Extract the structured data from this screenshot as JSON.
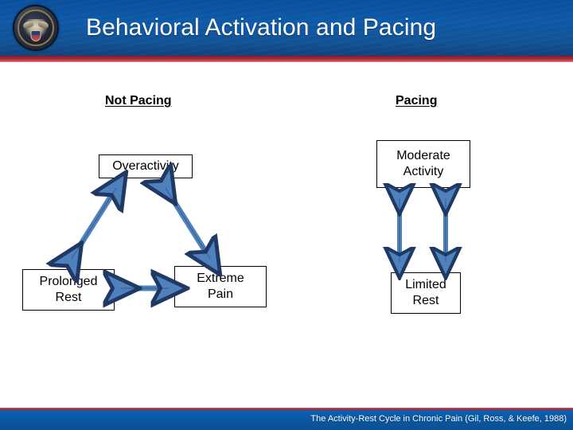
{
  "header": {
    "title": "Behavioral Activation and Pacing",
    "seal_name": "va-seal-icon"
  },
  "columns": {
    "left_heading": "Not Pacing",
    "right_heading": "Pacing"
  },
  "boxes": {
    "overactivity": "Overactivity",
    "prolonged_rest": "Prolonged\nRest",
    "prolonged_rest_line1": "Prolonged",
    "prolonged_rest_line2": "Rest",
    "extreme_pain_line1": "Extreme",
    "extreme_pain_line2": "Pain",
    "moderate_activity_line1": "Moderate",
    "moderate_activity_line2": "Activity",
    "limited_rest_line1": "Limited",
    "limited_rest_line2": "Rest"
  },
  "arrows": {
    "left_diagonal": "double-headed-arrow-icon",
    "right_diagonal": "double-headed-arrow-icon",
    "bottom_horizontal": "double-headed-arrow-icon",
    "right_vertical_1": "double-headed-arrow-icon",
    "right_vertical_2": "double-headed-arrow-icon"
  },
  "footer": {
    "citation": "The Activity-Rest Cycle in Chronic Pain (Gil, Ross, & Keefe, 1988)"
  },
  "colors": {
    "header_blue": "#0e5aa8",
    "header_red": "#a52a37",
    "arrow_fill": "#4f81bd",
    "arrow_stroke": "#1f3864",
    "box_border": "#000000",
    "footer_blue": "#0a5aa6"
  }
}
